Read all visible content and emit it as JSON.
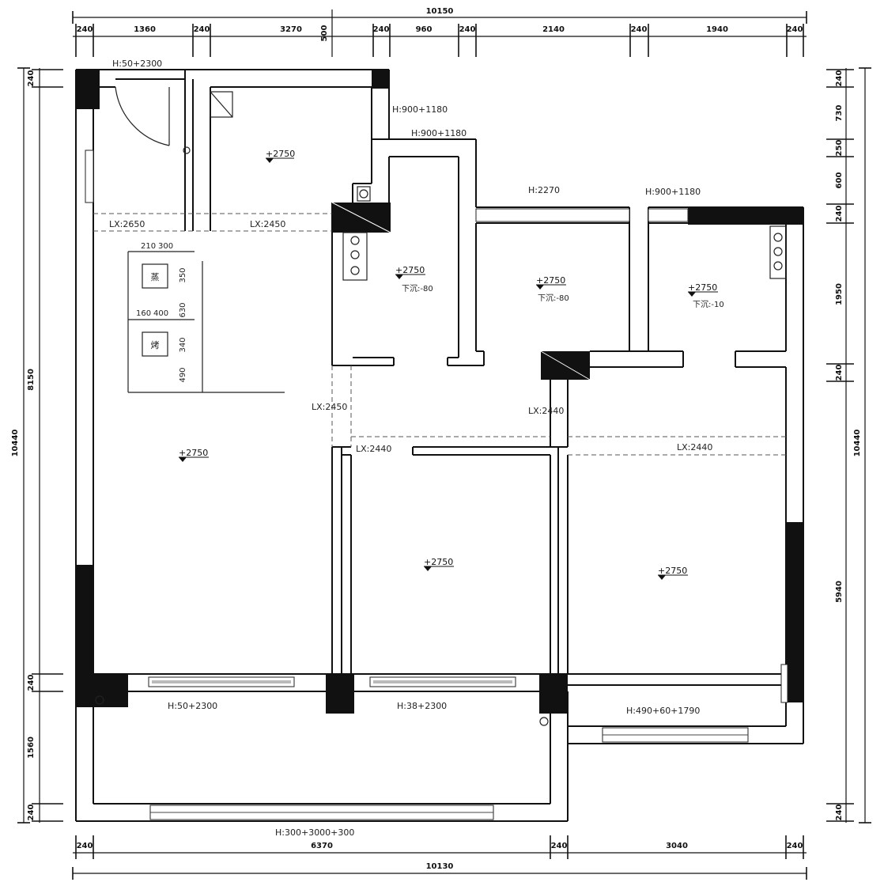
{
  "dimensions": {
    "top_total": "10150",
    "top_segments": [
      "240",
      "1360",
      "240",
      "3270",
      "240",
      "960",
      "240",
      "2140",
      "240",
      "1940",
      "240"
    ],
    "top_small": "500",
    "bottom_total": "10130",
    "bottom_segments": [
      "240",
      "6370",
      "240",
      "3040",
      "240"
    ],
    "left_total": "10440",
    "left_upper": "8150",
    "left_segments": [
      "240",
      "240",
      "1560",
      "240"
    ],
    "right_total": "10440",
    "right_segments": [
      "240",
      "730",
      "250",
      "600",
      "240",
      "1950",
      "240",
      "5940",
      "240"
    ]
  },
  "openings": {
    "top_left": "H:50+2300",
    "top_mid_a": "H:900+1180",
    "top_mid_b": "H:900+1180",
    "top_right_a": "H:2270",
    "top_right_b": "H:900+1180",
    "bottom_left": "H:50+2300",
    "bottom_mid": "H:38+2300",
    "bottom_right": "H:490+60+1790",
    "bottom_balcony": "H:300+3000+300"
  },
  "beams": {
    "lx_1": "LX:2650",
    "lx_2": "LX:2450",
    "lx_3": "LX:2450",
    "lx_4": "LX:2440",
    "lx_5": "LX:2440",
    "lx_6": "LX:2440"
  },
  "levels": {
    "room_a": "+2750",
    "room_b": "+2750",
    "room_c": "+2750",
    "room_d": "+2750",
    "living": "+2750",
    "bed_mid": "+2750",
    "bed_right": "+2750"
  },
  "drops": {
    "d1": "下沉:-80",
    "d2": "下沉:-80",
    "d3": "下沉:-10"
  },
  "fixtures": {
    "f1": "蒸",
    "f2": "烤",
    "f1_dims": [
      "210",
      "300"
    ],
    "f2_dims": [
      "160",
      "400"
    ],
    "side_dims": [
      "350",
      "630",
      "340",
      "490"
    ]
  }
}
